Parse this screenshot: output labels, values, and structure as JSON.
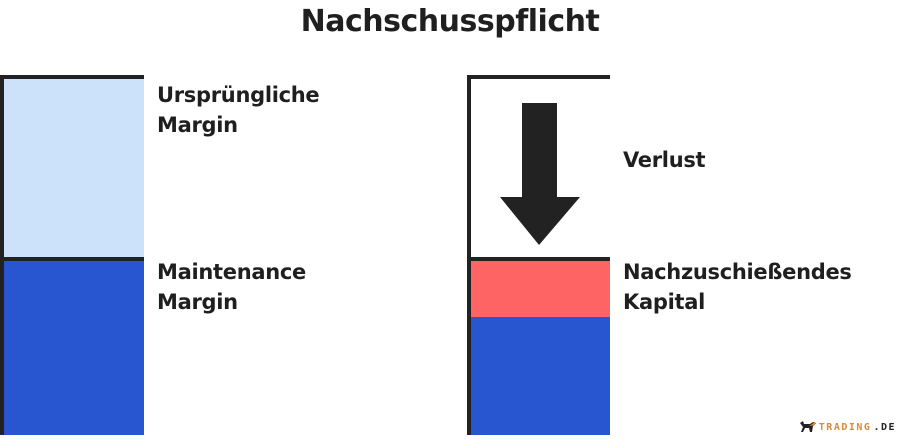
{
  "title": "Nachschusspflicht",
  "left": {
    "labels": {
      "initial_margin": [
        "Ursprüngliche",
        "Margin"
      ],
      "maintenance_margin": [
        "Maintenance",
        "Margin"
      ]
    }
  },
  "right": {
    "labels": {
      "loss": "Verlust",
      "margin_call": [
        "Nachzuschießendes",
        "Kapital"
      ]
    }
  },
  "logo": {
    "brand": "TRADING",
    "tld": ".DE"
  },
  "colors": {
    "light_blue": "#cce2fa",
    "blue": "#2756d0",
    "red": "#ff6464",
    "dark": "#222222"
  }
}
